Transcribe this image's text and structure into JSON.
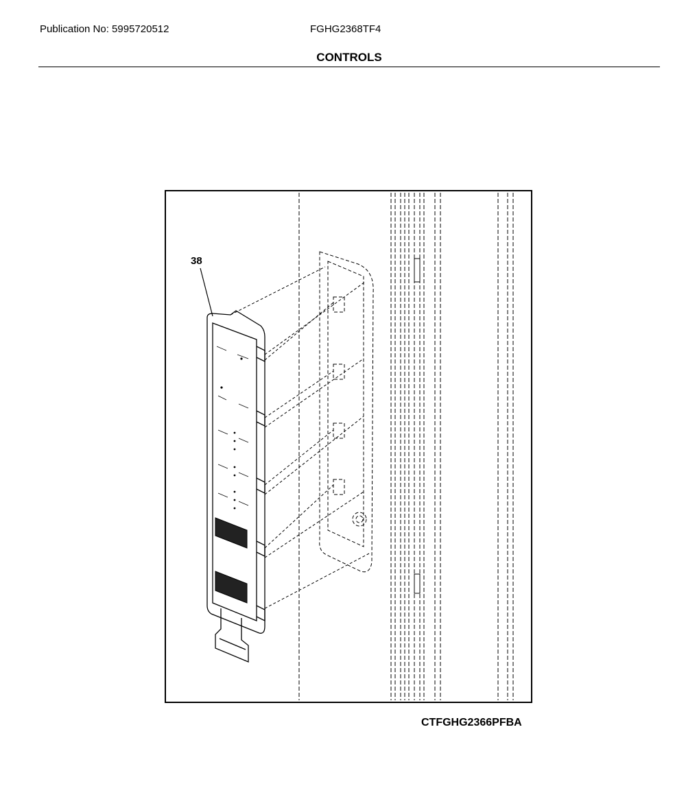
{
  "header": {
    "publication": "Publication No: 5995720512",
    "model": "FGHG2368TF4",
    "section_title": "CONTROLS"
  },
  "diagram": {
    "callouts": [
      {
        "label": "38"
      }
    ],
    "drawing_code": "CTFGHG2366PFBA"
  }
}
